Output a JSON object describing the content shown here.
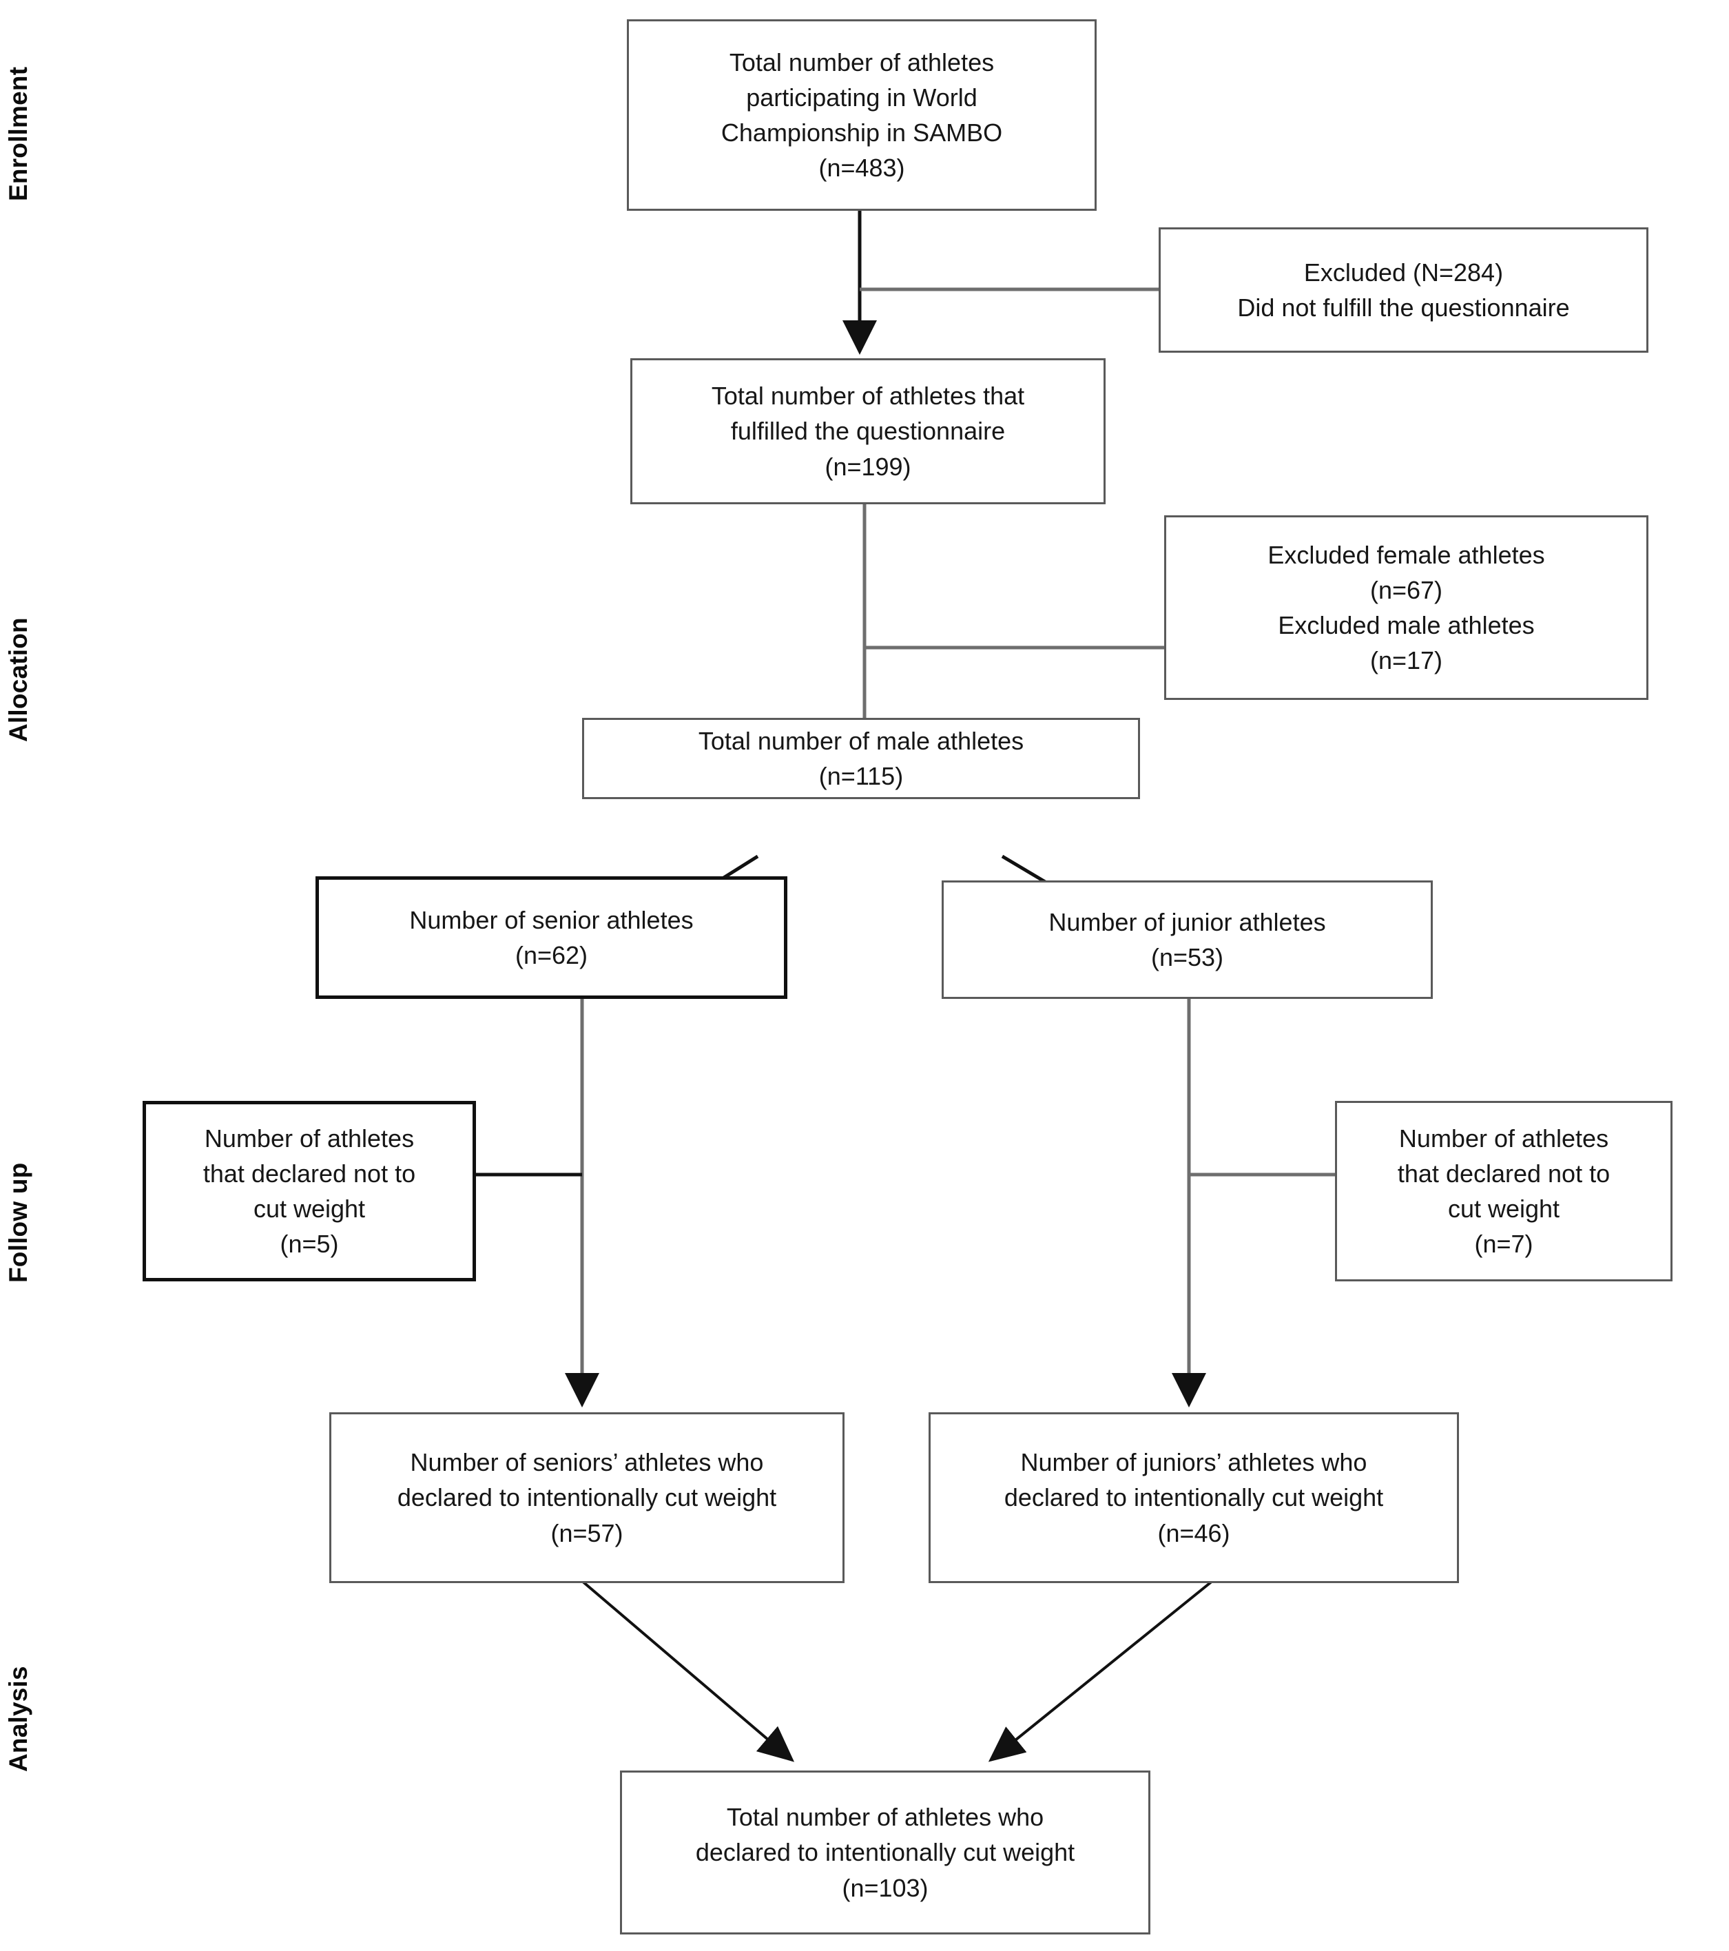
{
  "figure": {
    "type": "consort-flow-diagram",
    "title": "CONSORT participant flow diagram",
    "background_color": "#ffffff",
    "box_border_color": "#5a5a5a",
    "emphasis_border_color": "#101010",
    "text_color": "#161616",
    "arrow_color": "#111111"
  },
  "stages": [
    {
      "id": "enrollment",
      "label": "Enrollment"
    },
    {
      "id": "allocation",
      "label": "Allocation"
    },
    {
      "id": "followup",
      "label": "Follow up"
    },
    {
      "id": "analysis",
      "label": "Analysis"
    }
  ],
  "nodes": {
    "total_participants": {
      "text": "Total number of athletes\nparticipating in World\nChampionship in SAMBO\n(n=483)",
      "n": 483,
      "emphasis": false
    },
    "excluded_questionnaire": {
      "text": "Excluded (N=284)\nDid not fulfill the questionnaire",
      "n": 284,
      "emphasis": false
    },
    "fulfilled_questionnaire": {
      "text": "Total number of athletes that\nfulfilled the questionnaire\n(n=199)",
      "n": 199,
      "emphasis": false
    },
    "excluded_by_sex": {
      "text": "Excluded female athletes\n(n=67)\nExcluded male athletes\n(n=17)",
      "n_female": 67,
      "n_male": 17,
      "emphasis": false
    },
    "total_male": {
      "text": "Total number of male athletes\n(n=115)",
      "n": 115,
      "emphasis": false
    },
    "seniors": {
      "text": "Number of senior athletes\n(n=62)",
      "n": 62,
      "emphasis": true
    },
    "juniors": {
      "text": "Number of junior athletes\n(n=53)",
      "n": 53,
      "emphasis": false
    },
    "seniors_no_cut": {
      "text": "Number of athletes\nthat declared not to\ncut weight\n(n=5)",
      "n": 5,
      "emphasis": true
    },
    "juniors_no_cut": {
      "text": "Number of athletes\nthat declared not to\ncut weight\n(n=7)",
      "n": 7,
      "emphasis": false
    },
    "seniors_cut": {
      "text": "Number of seniors’ athletes who\ndeclared to intentionally cut weight\n(n=57)",
      "n": 57,
      "emphasis": false
    },
    "juniors_cut": {
      "text": "Number of juniors’ athletes who\ndeclared to intentionally cut weight\n(n=46)",
      "n": 46,
      "emphasis": false
    },
    "total_cut": {
      "text": "Total number of athletes who\ndeclared to intentionally cut weight\n(n=103)",
      "n": 103,
      "emphasis": false
    }
  },
  "flow": [
    {
      "from": "total_participants",
      "to": "fulfilled_questionnaire",
      "kind": "arrow-down"
    },
    {
      "from": "total_participants",
      "to": "excluded_questionnaire",
      "kind": "branch-right"
    },
    {
      "from": "fulfilled_questionnaire",
      "to": "total_male",
      "kind": "arrow-down"
    },
    {
      "from": "fulfilled_questionnaire",
      "to": "excluded_by_sex",
      "kind": "branch-right"
    },
    {
      "from": "total_male",
      "to": "seniors",
      "kind": "arrow-diagonal-left"
    },
    {
      "from": "total_male",
      "to": "juniors",
      "kind": "arrow-diagonal-right"
    },
    {
      "from": "seniors",
      "to": "seniors_cut",
      "kind": "arrow-down"
    },
    {
      "from": "seniors",
      "to": "seniors_no_cut",
      "kind": "branch-left"
    },
    {
      "from": "juniors",
      "to": "juniors_cut",
      "kind": "arrow-down"
    },
    {
      "from": "juniors",
      "to": "juniors_no_cut",
      "kind": "branch-right"
    },
    {
      "from": "seniors_cut",
      "to": "total_cut",
      "kind": "arrow-diagonal-right"
    },
    {
      "from": "juniors_cut",
      "to": "total_cut",
      "kind": "arrow-diagonal-left"
    }
  ]
}
